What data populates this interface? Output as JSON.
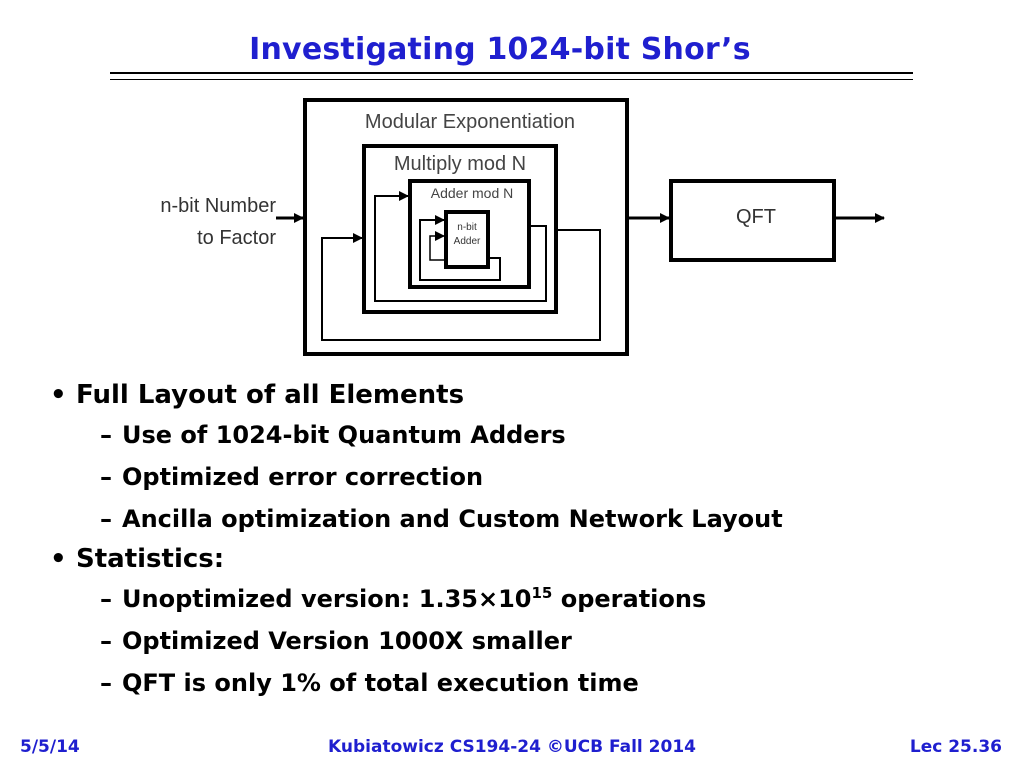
{
  "slide": {
    "title": "Investigating 1024-bit Shor’s"
  },
  "diagram": {
    "input_label_line1": "n-bit Number",
    "input_label_line2": "to Factor",
    "outer_box_label": "Modular Exponentiation",
    "multiply_box_label": "Multiply mod N",
    "adder_box_label": "Adder mod N",
    "inner_adder_label_line1": "n-bit",
    "inner_adder_label_line2": "Adder",
    "qft_label": "QFT"
  },
  "bullets": [
    {
      "text": "Full Layout of all Elements",
      "sub": [
        "Use of 1024-bit Quantum Adders",
        "Optimized error correction",
        "Ancilla optimization and Custom Network Layout"
      ]
    },
    {
      "text": "Statistics:",
      "sub_complex": {
        "unopt_prefix": "Unoptimized version: 1.35",
        "unopt_times": "×",
        "unopt_base": "10",
        "unopt_exp": "15",
        "unopt_suffix": " operations"
      },
      "sub": [
        "Optimized Version 1000X smaller",
        "QFT is only 1% of total execution time"
      ]
    }
  ],
  "bullet_mark": "•",
  "dash_mark": "–",
  "footer": {
    "date": "5/5/14",
    "center": "Kubiatowicz CS194-24 ©UCB Fall 2014",
    "lecture": "Lec 25.36"
  },
  "colors": {
    "title": "#1f1fcf",
    "footer": "#1f1fcf",
    "text": "#000000"
  }
}
